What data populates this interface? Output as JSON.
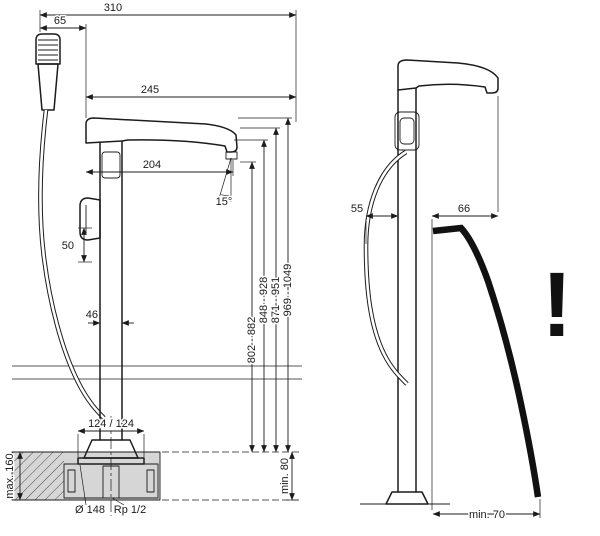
{
  "colors": {
    "line": "#1c1c1c",
    "floor_fill": "#d6d6d6"
  },
  "left_view": {
    "dims": {
      "overall_width": "310",
      "shower_offset": "65",
      "spout_reach": "245",
      "spout_length": "204",
      "spray_angle": "15°",
      "handle_height": "50",
      "column_width": "46",
      "height_outlet": "802 - 882",
      "height_spout": "848 - 928",
      "height_body": "871 - 951",
      "height_overall": "969 - 1049",
      "base_span": "124 / 124",
      "floor_thickness": "max. 160",
      "embed_depth": "min. 80",
      "base_diameter": "Ø 148",
      "connection_thread": "Rp 1/2"
    }
  },
  "right_view": {
    "dims": {
      "hose_offset": "55",
      "rim_offset": "66",
      "rim_clearance": "min. 70"
    },
    "warning_mark": "!"
  }
}
